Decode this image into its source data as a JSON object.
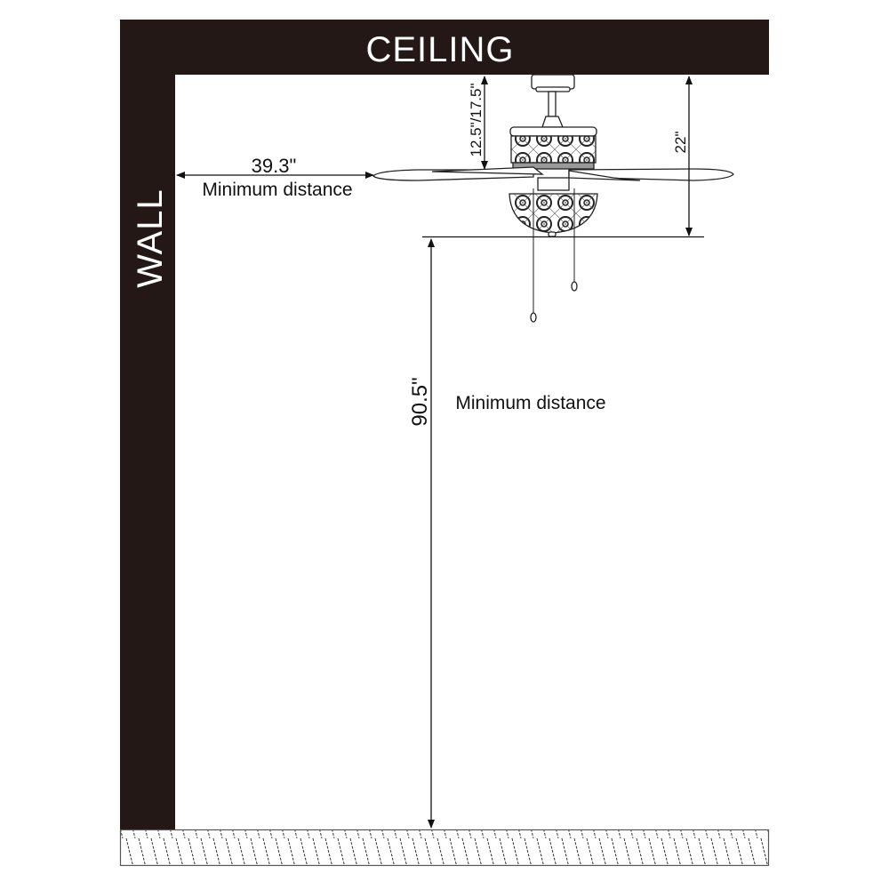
{
  "labels": {
    "ceiling": "CEILING",
    "wall": "WALL",
    "wall_distance": "39.3\"",
    "wall_distance_note": "Minimum distance",
    "downrod_length": "12.5\"/17.5\"",
    "fan_height": "22\"",
    "floor_distance": "90.5\"",
    "floor_distance_note": "Minimum distance"
  },
  "colors": {
    "structure": "#231815",
    "line": "#111111"
  }
}
